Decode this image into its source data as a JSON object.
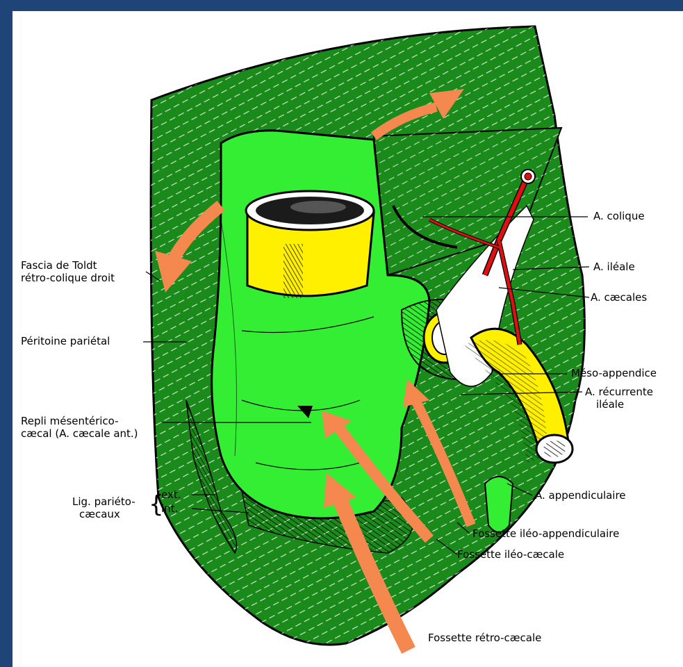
{
  "colors": {
    "background_border": "#1f4578",
    "dark_green": "#1a8a1a",
    "bright_green": "#33ee33",
    "yellow": "#fff000",
    "artery_red": "#e01010",
    "arrow_orange": "#f4884f"
  },
  "labels": {
    "fascia_line1": "Fascia de Toldt",
    "fascia_line2": "rétro-colique droit",
    "peritoine": "Péritoine pariétal",
    "repli_line1": "Repli mésentérico-",
    "repli_line2": "cæcal  (A. cæcale ant.)",
    "lig_line1": "Lig. pariéto-",
    "lig_line2": "cæcaux",
    "lig_brace": "{",
    "lig_ext": "ext.",
    "lig_int": "int.",
    "colique": "A. colique",
    "ileale": "A. iléale",
    "caecales": "A. cæcales",
    "meso": "Méso-appendice",
    "recurrente_line1": "A. récurrente",
    "recurrente_line2": "iléale",
    "appendiculaire": "A. appendiculaire",
    "fossette_ileo_app": "Fossette iléo-appendiculaire",
    "fossette_ileo_caecale": "Fossette iléo-cæcale",
    "fossette_retro": "Fossette rétro-cæcale"
  }
}
